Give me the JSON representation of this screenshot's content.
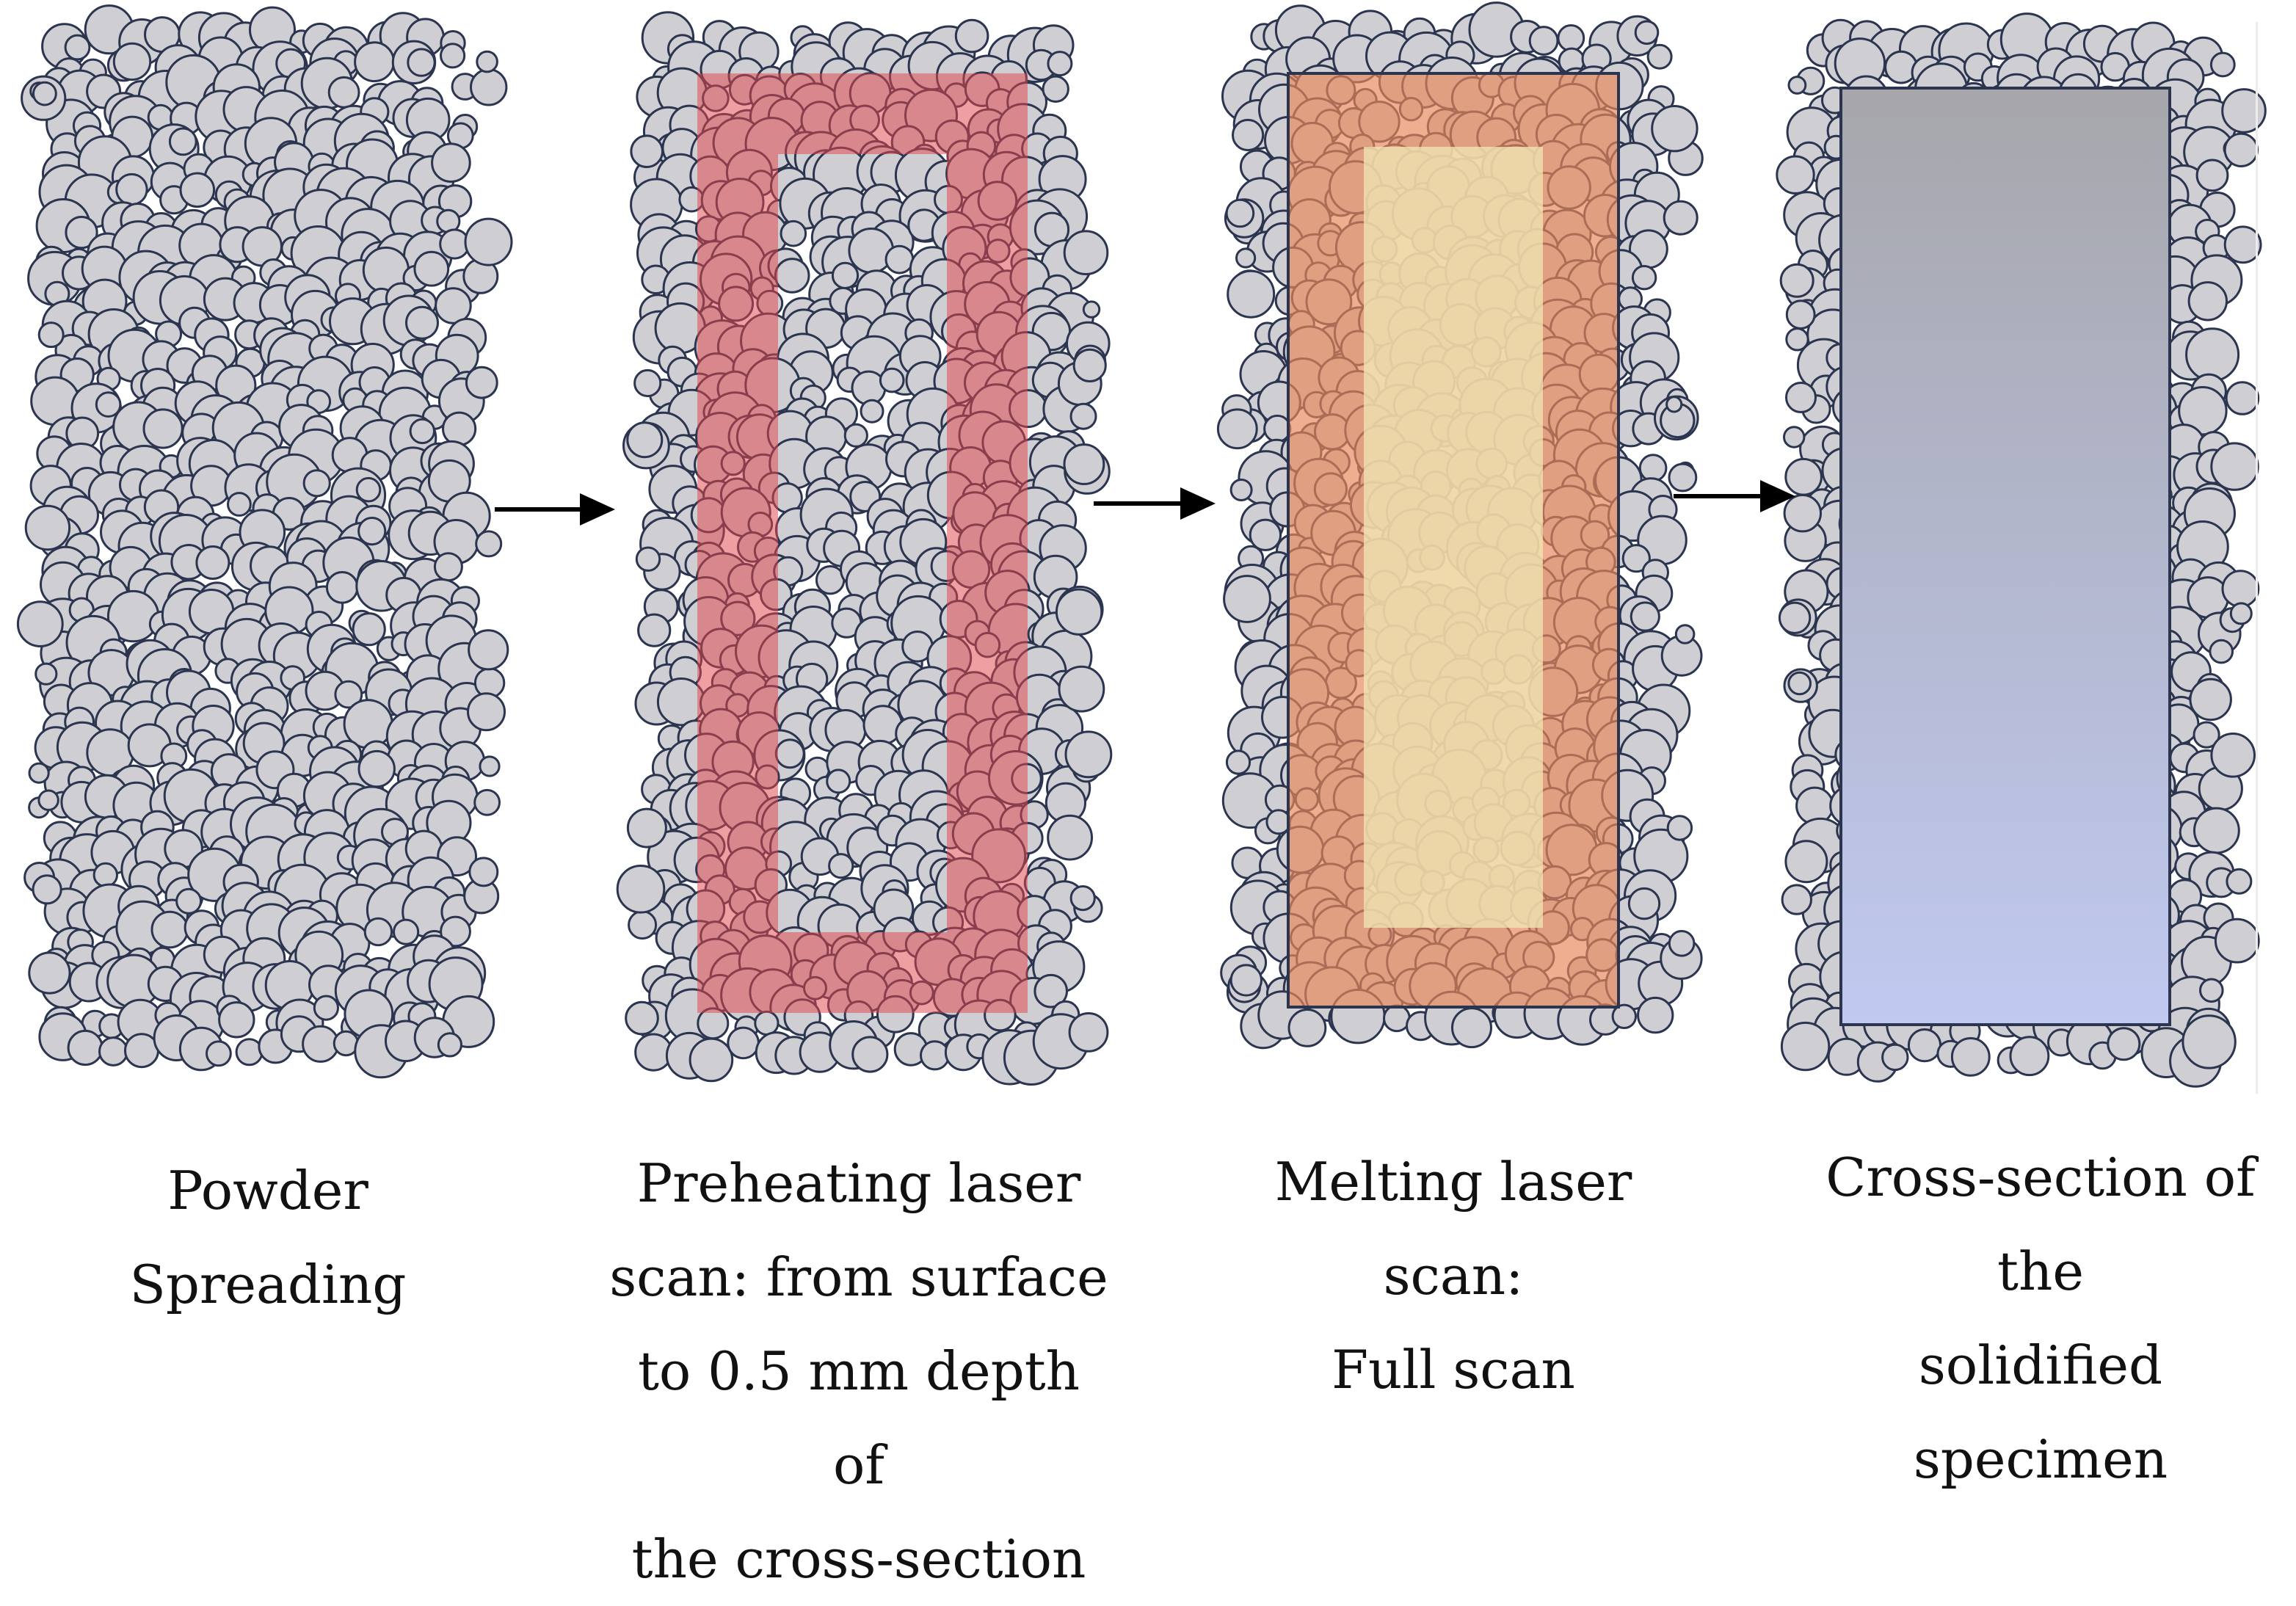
{
  "stages": [
    {
      "id": "powder",
      "caption": "Powder Spreading",
      "overlay": "none"
    },
    {
      "id": "preheat",
      "caption": "Preheating laser\nscan: from surface\nto 0.5 mm depth of\nthe cross-section",
      "overlay": "frame"
    },
    {
      "id": "melt",
      "caption": "Melting laser scan:\nFull scan",
      "overlay": "full"
    },
    {
      "id": "solid",
      "caption": "Cross-section of the\nsolidified specimen",
      "overlay": "solid"
    }
  ],
  "colors": {
    "particle_fill": "#cfcfd3",
    "particle_stroke": "#2c3550",
    "preheat_overlay": "#e0464a",
    "melt_outer": "#e8875a",
    "melt_inner": "#efe6b4",
    "solid_top": "#a6a6ab",
    "solid_bottom": "#c0c9f0",
    "arrow": "#000000"
  }
}
